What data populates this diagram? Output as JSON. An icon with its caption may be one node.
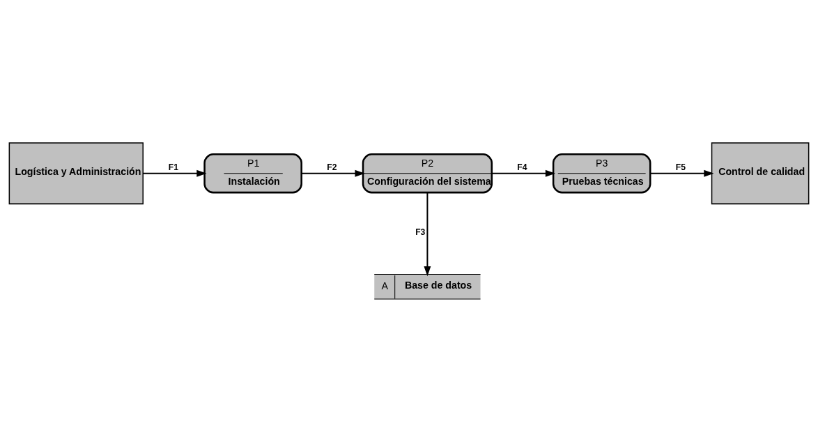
{
  "diagram": {
    "nodes": [
      {
        "text": [
          "Logística y Administración"
        ]
      },
      {
        "text": [
          "P1",
          "Instalación"
        ]
      },
      {
        "text": [
          "P2",
          "Configuración del sistema"
        ]
      },
      {
        "text": [
          "A",
          "Base de datos"
        ]
      },
      {
        "text": [
          "P3",
          "Pruebas técnicas"
        ]
      },
      {
        "text": [
          "Control de calidad"
        ]
      }
    ],
    "edges": [
      {
        "from": 0,
        "to": 1,
        "arrow": "to",
        "label": "F1"
      },
      {
        "from": 1,
        "to": 2,
        "arrow": "to",
        "label": "F2"
      },
      {
        "from": 2,
        "to": 3,
        "arrow": "to",
        "label": "F3"
      },
      {
        "from": 2,
        "to": 4,
        "arrow": "to",
        "label": "F4"
      },
      {
        "from": 4,
        "to": 5,
        "arrow": "to",
        "label": "F5"
      }
    ]
  }
}
